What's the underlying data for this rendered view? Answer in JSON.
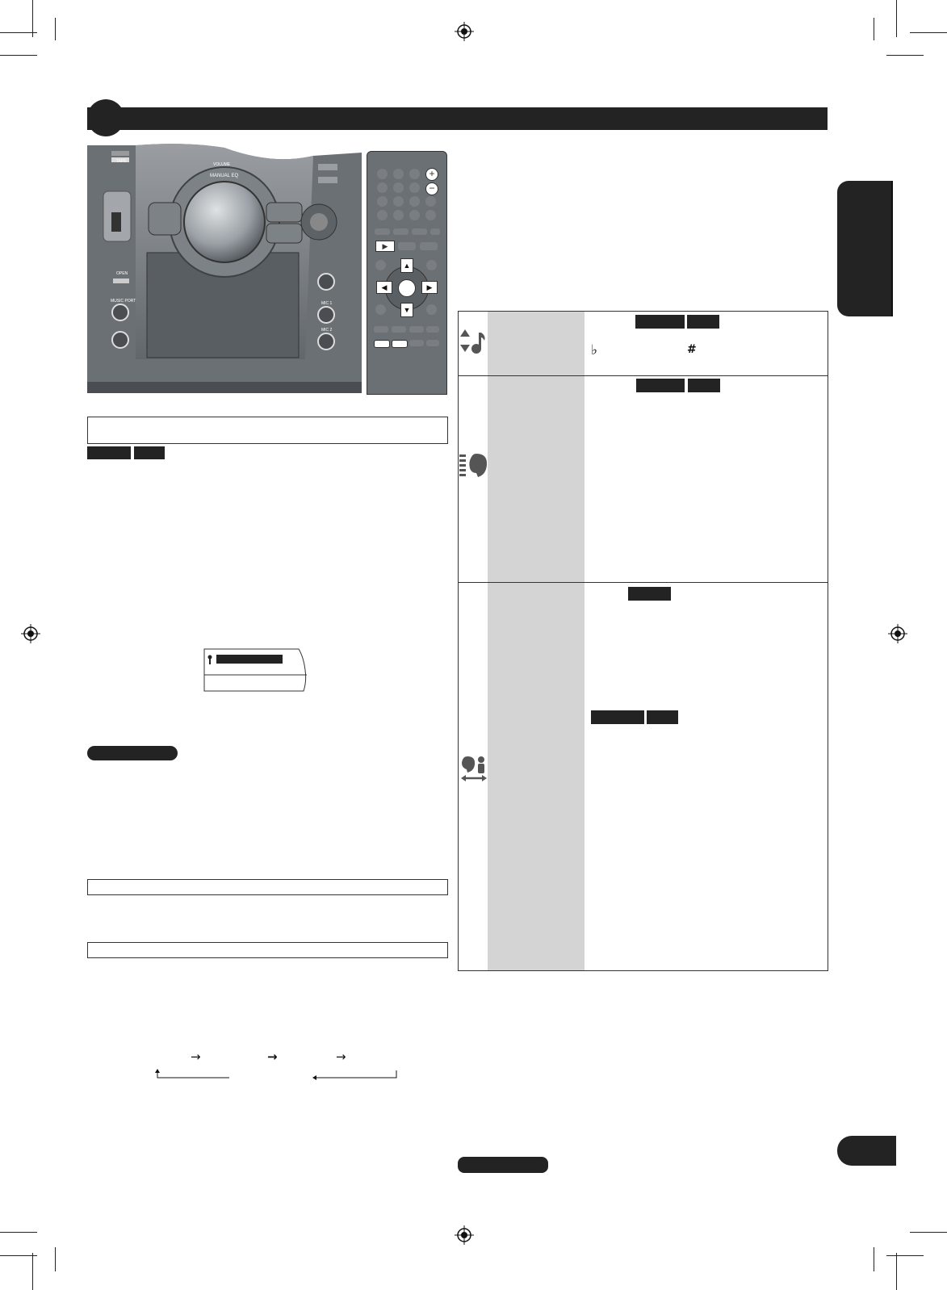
{
  "device_panel": {
    "labels": {
      "tape": "TAPE",
      "volume": "VOLUME",
      "manual_eq": "MANUAL EQ",
      "open": "OPEN",
      "music_port": "MUSIC PORT",
      "mic1": "MIC 1",
      "mic2": "MIC 2"
    }
  },
  "symbols": {
    "flat": "♭",
    "sharp": "#"
  },
  "flow_arrows": [
    "→",
    "→",
    "→"
  ],
  "colors": {
    "header_bar": "#232323",
    "panel_gray": "#6b7075",
    "table_shade": "#d4d4d4"
  },
  "icons": [
    "key-control-icon",
    "vocal-level-icon",
    "voice-swap-icon",
    "registration-mark-icon"
  ]
}
